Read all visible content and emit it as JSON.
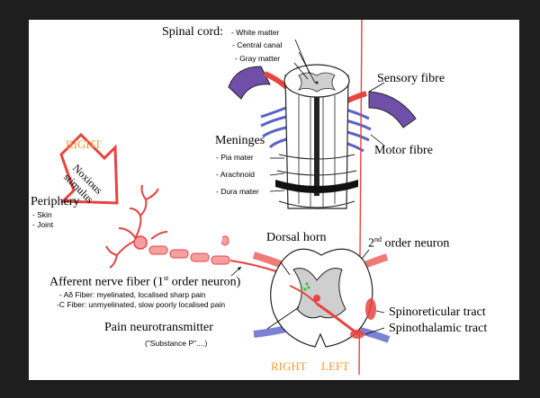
{
  "labels": {
    "spinal_cord": "Spinal cord:",
    "white_matter": "- White matter",
    "central_canal": "- Central canal",
    "gray_matter": "- Gray matter",
    "sensory_fibre": "Sensory fibre",
    "motor_fibre": "Motor fibre",
    "meninges": "Meninges",
    "pia_mater": "- Pia mater",
    "arachnoid": "- Arachnoid",
    "dura_mater": "- Dura mater",
    "right_top": "RIGHT",
    "noxious": "Noxious",
    "stimulus": "stimulus",
    "periphery": "Periphery",
    "skin": "- Skin",
    "joint": "- Joint",
    "dorsal_horn": "Dorsal horn",
    "second_order_num": "2",
    "second_order_sup": "nd",
    "second_order_rest": " order neuron",
    "afferent_prefix": "Afferent nerve fiber (1",
    "afferent_sup": "st",
    "afferent_suffix": " order neuron)",
    "a_delta": "- Aδ Fiber: myelinated, localised sharp pain",
    "c_fiber": "-C Fiber: unmyelinated, slow poorly localised pain",
    "pain_nt": "Pain neurotransmitter",
    "substance_p": "(\"Substance P\"....)",
    "spinoreticular": "Spinoreticular tract",
    "spinothalamic": "Spinothalamic tract",
    "right_bottom": "RIGHT",
    "left_bottom": "LEFT"
  },
  "colors": {
    "red": "#e8433f",
    "pink": "#f4a0a0",
    "blue": "#5a62c8",
    "purple": "#6f4fa8",
    "orange": "#f39a2e",
    "gray": "#cfcfcf"
  }
}
